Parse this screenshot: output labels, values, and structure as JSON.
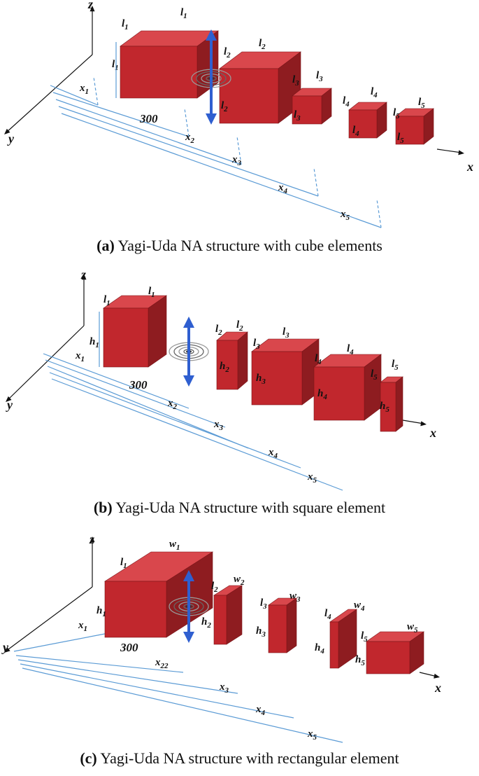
{
  "colors": {
    "box_front": "#c1272d",
    "box_side": "#8e1c20",
    "box_top": "#d9474c",
    "dim_line": "#5b9bd5",
    "arrow_blue": "#2f5fd0",
    "axis": "#111111"
  },
  "icons": {
    "dipole_feed": "dipole-source-icon",
    "axis_arrow": "arrow-icon"
  },
  "panels": [
    {
      "id": "a",
      "caption_tag": "(a)",
      "caption_text": "Yagi-Uda NA structure with cube elements",
      "axis_labels": {
        "x": "x",
        "y": "y",
        "z": "z"
      },
      "gap_label": "300",
      "element_count": 5
    },
    {
      "id": "b",
      "caption_tag": "(b)",
      "caption_text": "Yagi-Uda NA structure with square element",
      "axis_labels": {
        "x": "x",
        "y": "y",
        "z": "z"
      },
      "gap_label": "300",
      "element_count": 5
    },
    {
      "id": "c",
      "caption_tag": "(c)",
      "caption_text": "Yagi-Uda NA structure with rectangular element",
      "axis_labels": {
        "x": "x",
        "y": "y",
        "z": "z"
      },
      "gap_label": "300",
      "element_count": 5
    }
  ],
  "dimension_labels": {
    "l": [
      "l1",
      "l2",
      "l3",
      "l4",
      "l5"
    ],
    "h": [
      "h1",
      "h2",
      "h3",
      "h4",
      "h5"
    ],
    "w": [
      "w1",
      "w2",
      "w3",
      "w4",
      "w5"
    ],
    "x": [
      "x1",
      "x2",
      "x3",
      "x4",
      "x5"
    ],
    "x2_panel_c": "x22"
  }
}
